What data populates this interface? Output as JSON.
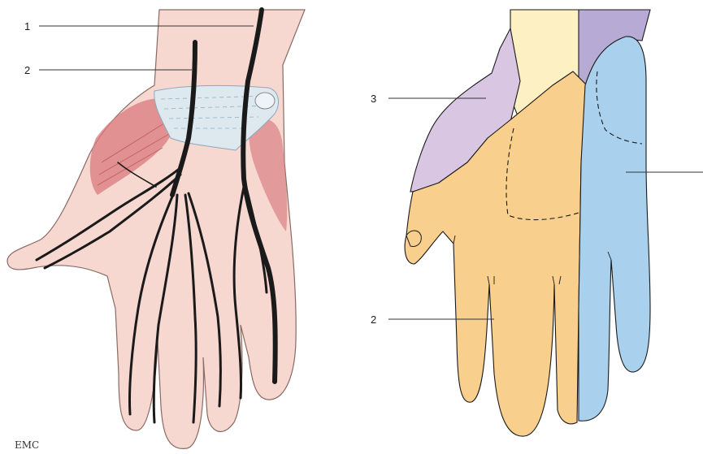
{
  "left_panel": {
    "labels": [
      {
        "id": "label-1",
        "text": "1"
      },
      {
        "id": "label-2",
        "text": "2"
      }
    ],
    "signature": "EMC"
  },
  "right_panel": {
    "labels": [
      {
        "id": "label-3",
        "text": "3"
      },
      {
        "id": "label-2b",
        "text": "2"
      }
    ]
  },
  "colors": {
    "skin": "#f6d8d0",
    "skin_outline": "#8a6a63",
    "nerve": "#1a1a1a",
    "muscle": "#d9797c",
    "retinaculum": "#dde8ef",
    "zone_median": "#f8cf8c",
    "zone_ulnar": "#a9d1ee",
    "zone_radial": "#d8c6e2",
    "zone_forearm_yellow": "#fdf1c4",
    "zone_forearm_purple": "#b7abd6"
  }
}
